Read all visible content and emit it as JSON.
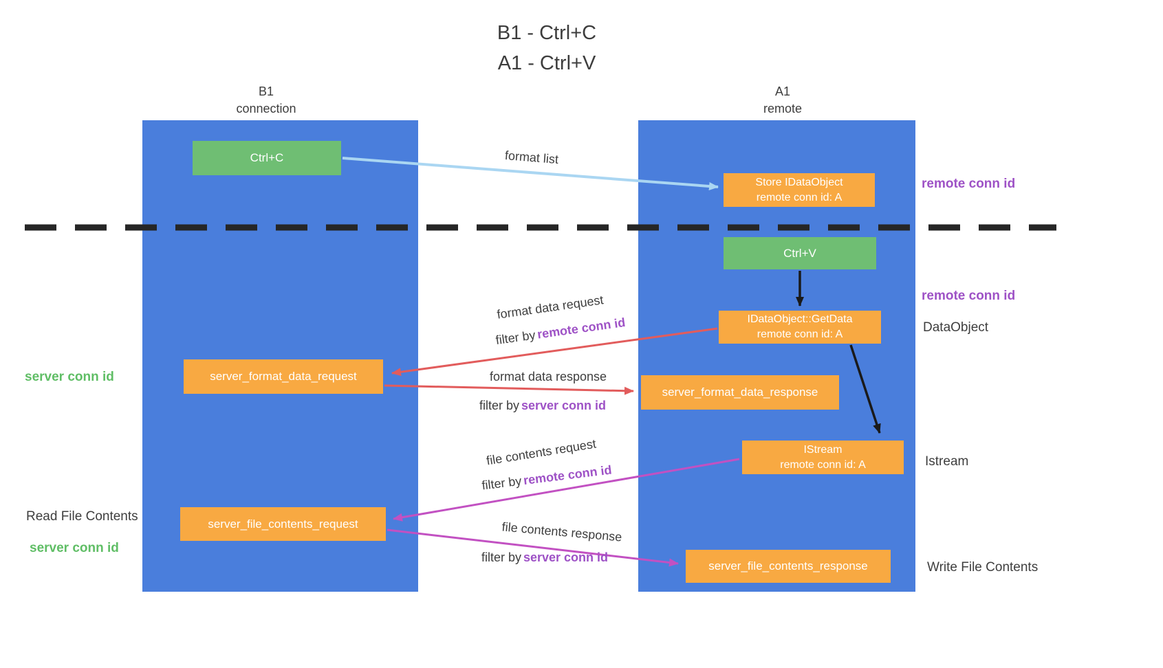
{
  "title": {
    "line1": "B1 - Ctrl+C",
    "line2": "A1 - Ctrl+V"
  },
  "lanes": {
    "left": {
      "title": "B1",
      "subtitle": "connection"
    },
    "right": {
      "title": "A1",
      "subtitle": "remote"
    }
  },
  "nodes": {
    "ctrl_c": {
      "label": "Ctrl+C"
    },
    "store_idataobject": {
      "line1": "Store IDataObject",
      "line2": "remote conn id: A"
    },
    "ctrl_v": {
      "label": "Ctrl+V"
    },
    "getdata": {
      "line1": "IDataObject::GetData",
      "line2": "remote conn id: A"
    },
    "format_request": {
      "label": "server_format_data_request"
    },
    "format_response": {
      "label": "server_format_data_response"
    },
    "istream": {
      "line1": "IStream",
      "line2": "remote conn id: A"
    },
    "file_request": {
      "label": "server_file_contents_request"
    },
    "file_response": {
      "label": "server_file_contents_response"
    }
  },
  "edge_labels": {
    "format_list": "format list",
    "format_data_request": "format data request",
    "format_data_request_filter": {
      "prefix": "filter by",
      "id": "remote conn id"
    },
    "format_data_response": "format data response",
    "format_data_response_filter": {
      "prefix": "filter by",
      "id": "server conn id"
    },
    "file_contents_request": "file contents request",
    "file_contents_request_filter": {
      "prefix": "filter by",
      "id": "remote conn id"
    },
    "file_contents_response": "file contents response",
    "file_contents_response_filter": {
      "prefix": "filter by",
      "id": "server conn id"
    }
  },
  "side_labels": {
    "remote_conn_id_top": "remote conn id",
    "remote_conn_id_mid": "remote conn id",
    "dataobject": "DataObject",
    "istream": "Istream",
    "write_file_contents": "Write File Contents",
    "server_conn_id_format": "server conn id",
    "read_file_contents": "Read File Contents",
    "server_conn_id_file": "server conn id"
  },
  "colors": {
    "lane_blue": "#4A7EDC",
    "green_box": "#6FBE73",
    "orange_box": "#F8A942",
    "purple_text": "#9E52C6",
    "green_text": "#60BE66",
    "red_arrow": "#E25C5C",
    "magenta_arrow": "#C251C2",
    "light_blue_arrow": "#AAD6F2",
    "dash_color": "#262626",
    "arrow_black": "#1A1A1A",
    "text_dark": "#3E3E3E"
  }
}
